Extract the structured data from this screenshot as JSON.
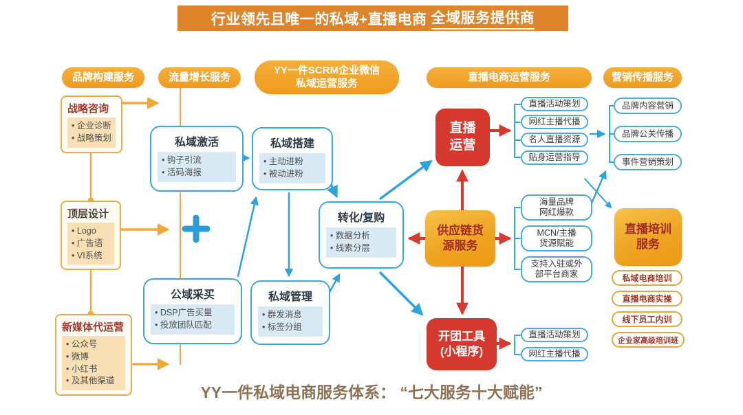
{
  "colors": {
    "banner_bg": "#E0832D",
    "header_pill_gold": "#F0A330",
    "connector_orange": "#F2A838",
    "connector_blue": "#2FA3DC",
    "connector_red": "#D6392E",
    "gold_box_text": "#9E2B25",
    "footer_text": "#8D7355"
  },
  "banner": {
    "text_main": "行业领先且唯一的私域+直播电商",
    "text_underlined": "全域服务提供商"
  },
  "column_headers": [
    {
      "label": "品牌构建服务"
    },
    {
      "label": "流量增长服务"
    },
    {
      "line1": "YY一件SCRM企业微信",
      "line2": "私域运营服务"
    },
    {
      "label": "直播电商运营服务"
    },
    {
      "label": "营销传播服务"
    }
  ],
  "brand_column": {
    "boxes": [
      {
        "title": "战略咨询",
        "items": [
          "企业诊断",
          "战略策划"
        ]
      },
      {
        "title": "顶层设计",
        "items": [
          "Logo",
          "广告语",
          "VI系统"
        ]
      },
      {
        "title": "新媒体代运营",
        "items": [
          "公众号",
          "微博",
          "小红书",
          "及其他渠道"
        ]
      }
    ]
  },
  "scrm_column": {
    "boxes": [
      {
        "title": "私域激活",
        "items": [
          "钩子引流",
          "活码海报"
        ]
      },
      {
        "title": "私域搭建",
        "items": [
          "主动进粉",
          "被动进粉"
        ]
      },
      {
        "title": "公域采买",
        "items": [
          "DSP广告买量",
          "投放团队匹配"
        ]
      },
      {
        "title": "私域管理",
        "items": [
          "群发消息",
          "标签分组"
        ]
      },
      {
        "title": "转化/复购",
        "items": [
          "数据分析",
          "线索分层"
        ]
      }
    ]
  },
  "live_column": {
    "live_ops": {
      "line1": "直播",
      "line2": "运营"
    },
    "live_ops_outputs": [
      "直播活动策划",
      "网红主播代播",
      "名人直播资源",
      "贴身运营指导"
    ],
    "supply_chain": {
      "line1": "供应链货",
      "line2": "源服务"
    },
    "supply_chain_outputs": [
      {
        "line1": "海量品牌",
        "line2": "网红爆款"
      },
      {
        "line1": "MCN/主播",
        "line2": "货源赋能"
      },
      {
        "line1": "支持入驻或外",
        "line2": "部平台商家"
      }
    ],
    "group_tool": {
      "line1": "开团工具",
      "line2": "(小程序)"
    },
    "group_tool_outputs": [
      "直播活动策划",
      "网红主播代播"
    ]
  },
  "marketing_column": {
    "pills": [
      "品牌内容营销",
      "品牌公关传播",
      "事件营销策划"
    ]
  },
  "training_column": {
    "box": {
      "line1": "直播培训",
      "line2": "服务"
    },
    "pills": [
      "私域电商培训",
      "直播电商实操",
      "线下员工内训",
      "企业家高级培训班"
    ]
  },
  "footer": {
    "text": "YY一件私域电商服务体系： “七大服务十大赋能”"
  }
}
